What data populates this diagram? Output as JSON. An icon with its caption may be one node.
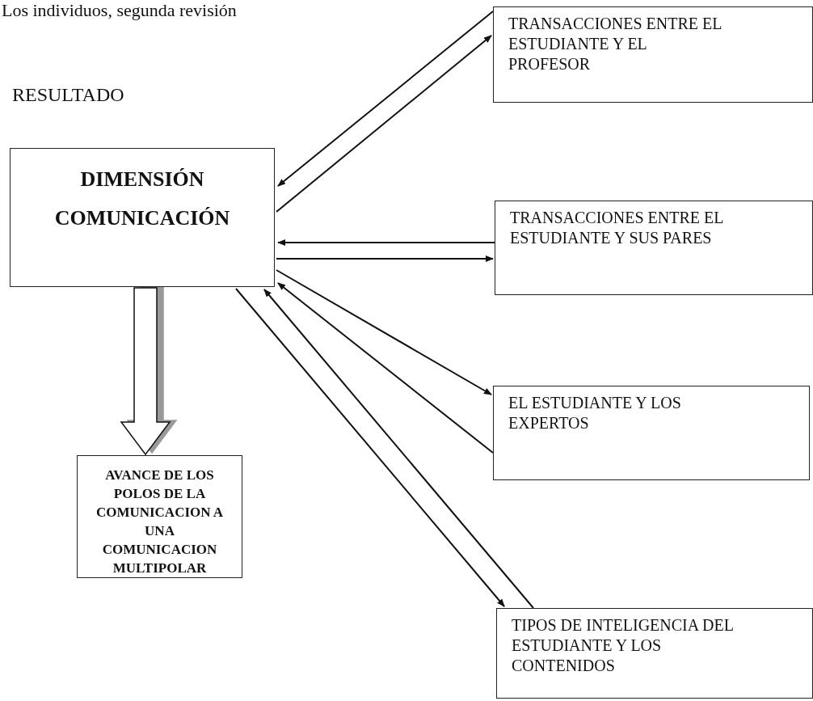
{
  "diagram": {
    "nodes": [
      {
        "text": [
          "DIMENSIÓN COMUNICACIÓN"
        ]
      },
      {
        "text": [
          "AVANCE DE LOS POLOS DE LA COMUNICACION A UNA COMUNICACION MULTIPOLAR"
        ]
      },
      {
        "text": [
          "TRANSACCIONES ENTRE EL ESTUDIANTE Y EL PROFESOR"
        ]
      },
      {
        "text": [
          "TRANSACCIONES ENTRE EL ESTUDIANTE Y SUS PARES"
        ]
      },
      {
        "text": [
          "EL ESTUDIANTE Y LOS EXPERTOS"
        ]
      },
      {
        "text": [
          "TIPOS DE INTELIGENCIA DEL ESTUDIANTE Y LOS CONTENIDOS"
        ]
      }
    ],
    "edges": [
      {
        "from": 2,
        "to": 0,
        "arrow": "to"
      },
      {
        "from": 0,
        "to": 2,
        "arrow": "to"
      },
      {
        "from": 3,
        "to": 0,
        "arrow": "to"
      },
      {
        "from": 0,
        "to": 3,
        "arrow": "to"
      },
      {
        "from": 0,
        "to": 4,
        "arrow": "to"
      },
      {
        "from": 4,
        "to": 0,
        "arrow": "to"
      },
      {
        "from": 5,
        "to": 0,
        "arrow": "to"
      },
      {
        "from": 0,
        "to": 5,
        "arrow": "to"
      },
      {
        "from": 0,
        "to": 1,
        "arrow": "to",
        "style": "thick"
      }
    ],
    "labels": [
      "Los individuos, segunda revisión",
      "RESULTADO"
    ]
  }
}
